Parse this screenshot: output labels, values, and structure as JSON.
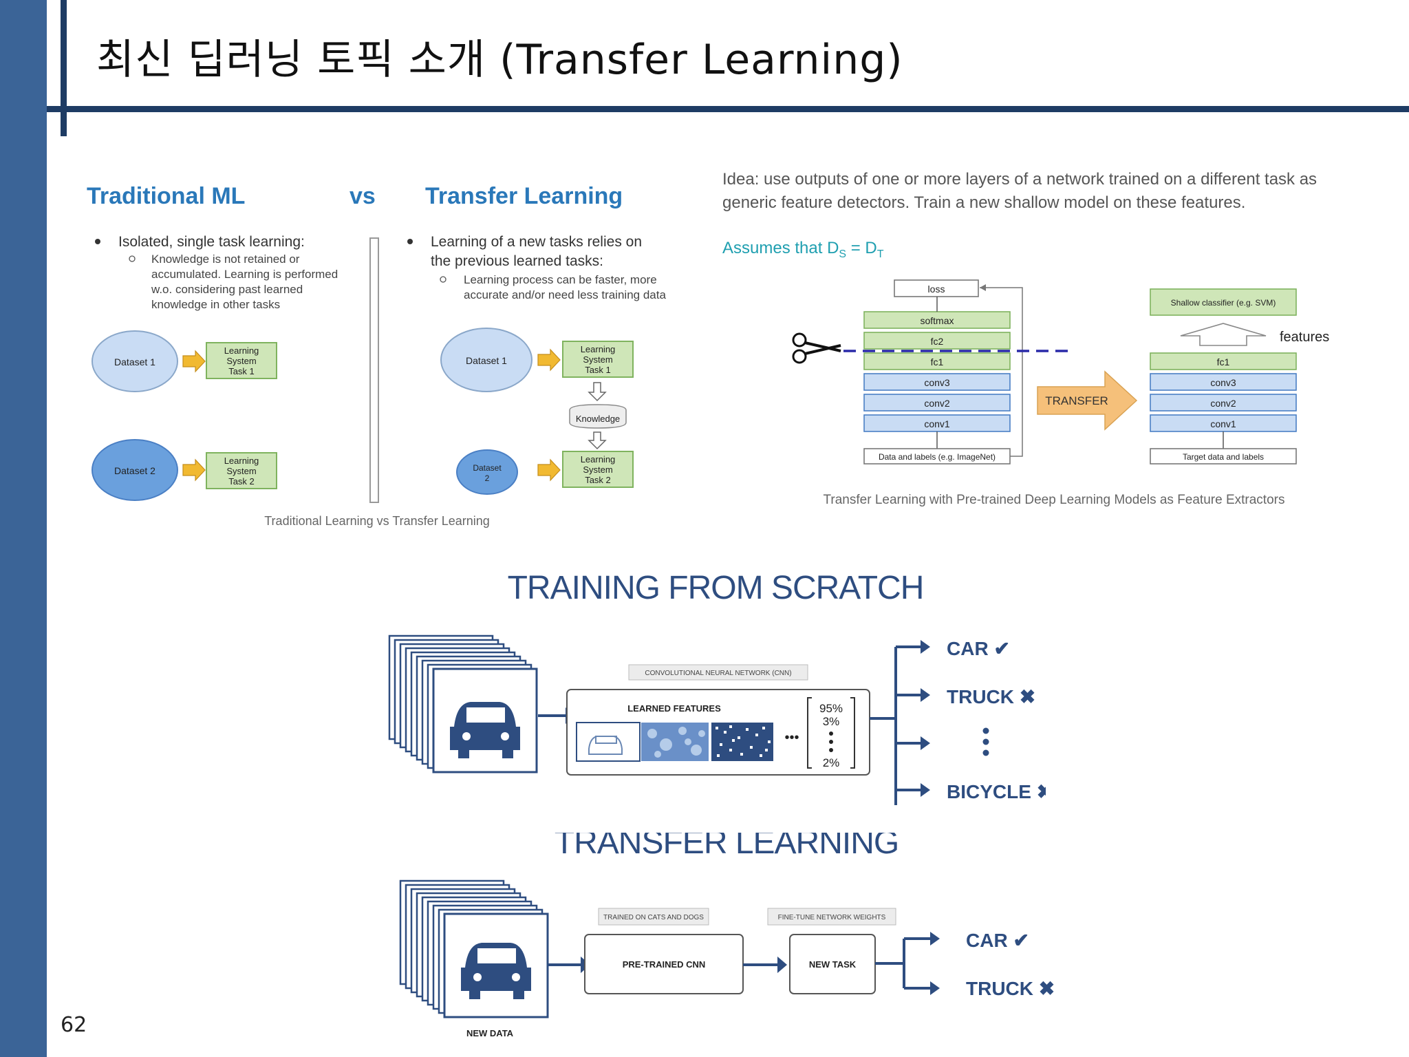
{
  "slide": {
    "title": "최신 딥러닝 토픽 소개 (Transfer Learning)",
    "page_number": "62"
  },
  "comparison": {
    "left_heading": "Traditional ML",
    "vs": "vs",
    "right_heading": "Transfer Learning",
    "left_bullet": "Isolated, single task learning:",
    "left_sub_lines": [
      "Knowledge is not retained or",
      "accumulated. Learning is performed",
      "w.o. considering past learned",
      "knowledge in other tasks"
    ],
    "right_bullet_lines": [
      "Learning of a new tasks relies on",
      "the previous learned tasks:"
    ],
    "right_sub_lines": [
      "Learning process can be faster, more",
      "accurate and/or need less training data"
    ],
    "dataset1": "Dataset 1",
    "dataset2": "Dataset 2",
    "dataset2_short": [
      "Dataset",
      "2"
    ],
    "task1_lines": [
      "Learning",
      "System",
      "Task 1"
    ],
    "task2_lines": [
      "Learning",
      "System",
      "Task 2"
    ],
    "knowledge": "Knowledge",
    "caption": "Traditional Learning vs Transfer Learning"
  },
  "feature_extractor": {
    "idea_lines": [
      "Idea: use outputs of one or more layers of a network trained on a different task as",
      "generic feature detectors. Train a new shallow model on these features."
    ],
    "assumes": "Assumes that D",
    "assumes_tail": " = D",
    "sub_s": "S",
    "sub_t": "T",
    "src_layers": [
      "loss",
      "softmax",
      "fc2",
      "fc1",
      "conv3",
      "conv2",
      "conv1"
    ],
    "src_input": "Data and labels (e.g. ImageNet)",
    "transfer": "TRANSFER",
    "shallow": "Shallow classifier (e.g. SVM)",
    "features": "features",
    "tgt_layers": [
      "fc1",
      "conv3",
      "conv2",
      "conv1"
    ],
    "tgt_input": "Target data and labels",
    "caption": "Transfer Learning with Pre-trained Deep Learning Models as Feature Extractors",
    "colors": {
      "green": "#cfe6b8",
      "green_border": "#7fb35e",
      "blue": "#c9dcf4",
      "blue_border": "#4a7fc4",
      "transfer": "#f5c07a"
    }
  },
  "scratch": {
    "title": "TRAINING FROM SCRATCH",
    "cnn_label": "CONVOLUTIONAL NEURAL NETWORK (CNN)",
    "learned": "LEARNED FEATURES",
    "ellipsis": "•••",
    "probs": [
      "95%",
      "3%",
      "2%"
    ],
    "outputs": [
      {
        "label": "CAR",
        "mark": "✔"
      },
      {
        "label": "TRUCK",
        "mark": "✖"
      },
      {
        "label": "BICYCLE",
        "mark": "✖"
      }
    ]
  },
  "transfer": {
    "title": "TRANSFER LEARNING",
    "trained_on": "TRAINED ON CATS AND DOGS",
    "finetune": "FINE-TUNE NETWORK WEIGHTS",
    "pretrained": "PRE-TRAINED CNN",
    "new_task": "NEW TASK",
    "new_data": "NEW DATA",
    "outputs": [
      {
        "label": "CAR",
        "mark": "✔"
      },
      {
        "label": "TRUCK",
        "mark": "✖"
      }
    ]
  }
}
